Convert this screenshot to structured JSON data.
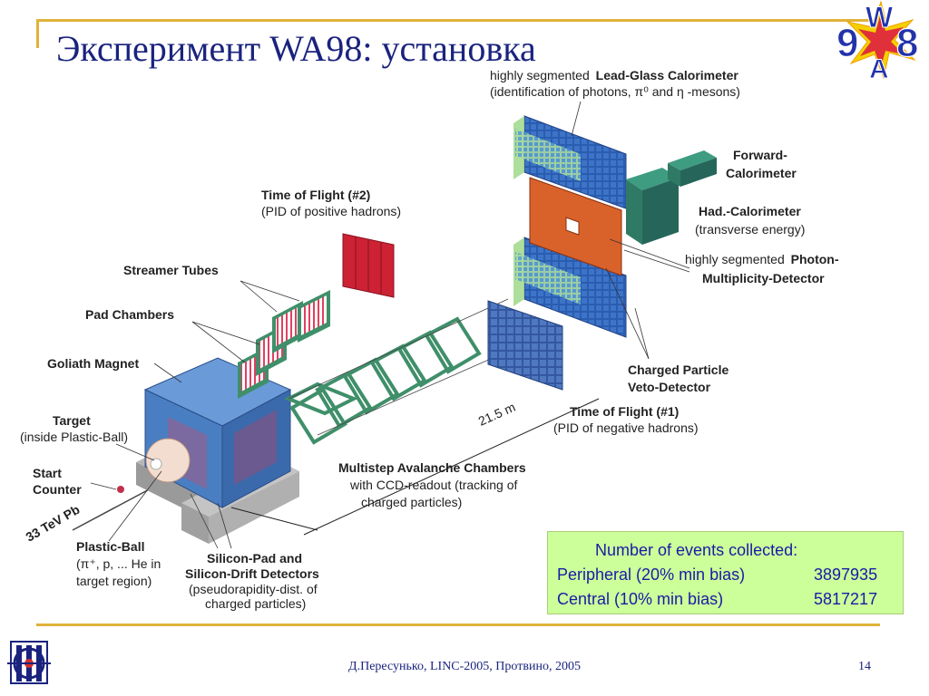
{
  "slide": {
    "title": "Эксперимент WA98: установка",
    "logo_text": "WA98",
    "footer": "Д.Пересунько, LINC-2005, Протвино, 2005",
    "page_number": "14"
  },
  "diagram": {
    "labels": {
      "lead_glass_1": "highly segmented",
      "lead_glass_2": "Lead-Glass Calorimeter",
      "lead_glass_3": "(identification of  photons, π⁰ and  η -mesons)",
      "forward_1": "Forward-",
      "forward_2": "Calorimeter",
      "had_1": "Had.-Calorimeter",
      "had_2": "(transverse energy)",
      "pmd_1": "highly segmented",
      "pmd_2": "Photon-",
      "pmd_3": "Multiplicity-Detector",
      "tof2_1": "Time of Flight (#2)",
      "tof2_2": "(PID of positive hadrons)",
      "streamer": "Streamer Tubes",
      "pad": "Pad Chambers",
      "goliath": "Goliath Magnet",
      "target_1": "Target",
      "target_2": "(inside Plastic-Ball)",
      "start_1": "Start",
      "start_2": "Counter",
      "beam": "33 TeV  Pb",
      "distance": "21.5 m",
      "cpv_1": "Charged Particle",
      "cpv_2": "Veto-Detector",
      "tof1_1": "Time of Flight (#1)",
      "tof1_2": "(PID of negative hadrons)",
      "msac_1": "Multistep Avalanche Chambers",
      "msac_2": "with CCD-readout (tracking of",
      "msac_3": "charged particles)",
      "pball_1": "Plastic-Ball",
      "pball_2": "(π⁺, p, ... He in",
      "pball_3": "target region)",
      "si_1": "Silicon-Pad and",
      "si_2": "Silicon-Drift Detectors",
      "si_3": "(pseudorapidity-dist. of",
      "si_4": "charged particles)"
    }
  },
  "events": {
    "title": "Number of events collected:",
    "rows": [
      {
        "label": "Peripheral (20% min bias)",
        "value": "3897935"
      },
      {
        "label": "Central (10% min bias)",
        "value": "5817217"
      }
    ]
  },
  "colors": {
    "title": "#1a237e",
    "frame": "#e0b23a",
    "events_bg": "#ccff99",
    "events_text": "#1a1aa8",
    "magnet": "#4a7ec2",
    "calorimeter": "#d9622b",
    "lead_glass": "#2a5db0",
    "chamber_green": "#3f8f6a",
    "tof_red": "#cc2233"
  }
}
